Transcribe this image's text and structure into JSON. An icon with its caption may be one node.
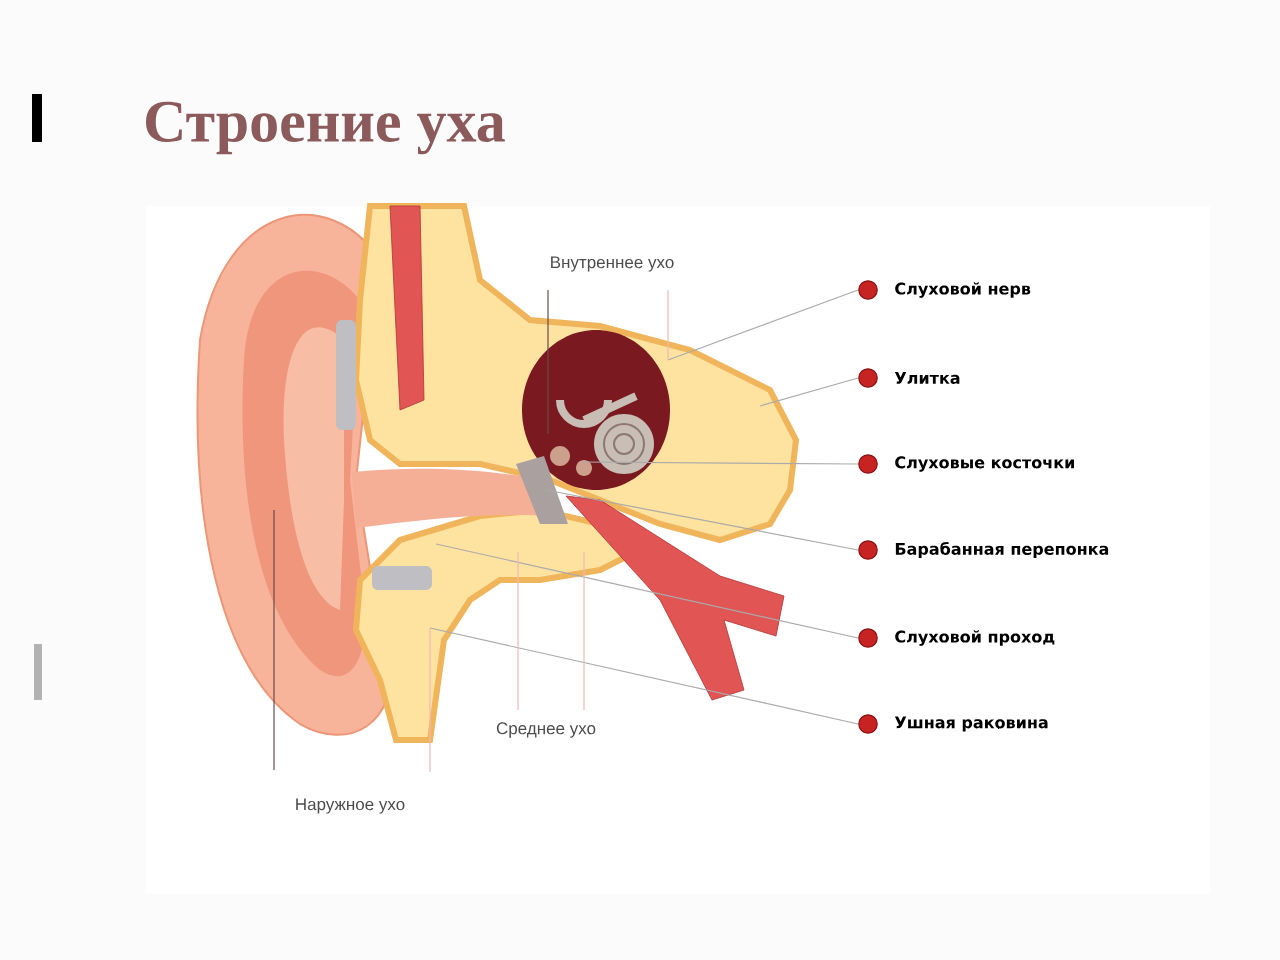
{
  "diagram": {
    "title": "Строение уха",
    "nodes": [
      {
        "text": [
          "Слуховой нерв"
        ]
      },
      {
        "text": [
          "Улитка"
        ]
      },
      {
        "text": [
          "Слуховые косточки"
        ]
      },
      {
        "text": [
          "Барабанная перепонка"
        ]
      },
      {
        "text": [
          "Слуховой проход"
        ]
      },
      {
        "text": [
          "Ушная раковина"
        ]
      },
      {
        "text": [
          "Внутреннее ухо"
        ]
      },
      {
        "text": [
          "Среднее ухо"
        ]
      },
      {
        "text": [
          "Наружное ухо"
        ]
      }
    ],
    "edges": [
      {
        "from": 0,
        "to": null,
        "arrow": "none"
      },
      {
        "from": 1,
        "to": null,
        "arrow": "none"
      },
      {
        "from": 2,
        "to": null,
        "arrow": "none"
      },
      {
        "from": 3,
        "to": null,
        "arrow": "none"
      },
      {
        "from": 4,
        "to": null,
        "arrow": "none"
      },
      {
        "from": 5,
        "to": null,
        "arrow": "none"
      },
      {
        "from": 6,
        "to": null,
        "arrow": "none",
        "color": "#6b4b4b"
      },
      {
        "from": 6,
        "to": null,
        "arrow": "none",
        "color": "#f2b8b8"
      },
      {
        "from": 7,
        "to": null,
        "arrow": "none",
        "color": "#f2b8b8"
      },
      {
        "from": 7,
        "to": null,
        "arrow": "none",
        "color": "#f2b8b8"
      },
      {
        "from": 8,
        "to": null,
        "arrow": "none",
        "color": "#6b4b4b"
      },
      {
        "from": 8,
        "to": null,
        "arrow": "none",
        "color": "#f2b8b8"
      }
    ]
  }
}
